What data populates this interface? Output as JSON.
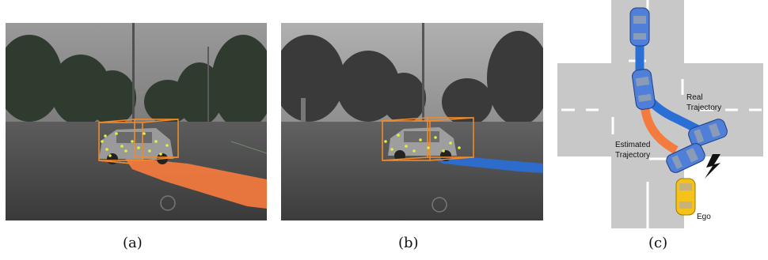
{
  "panels": {
    "a": {
      "caption": "(a)"
    },
    "b": {
      "caption": "(b)"
    },
    "c": {
      "caption": "(c)",
      "labels": {
        "real_line1": "Real",
        "real_line2": "Trajectory",
        "est_line1": "Estimated",
        "est_line2": "Trajectory",
        "ego": "Ego"
      }
    }
  },
  "colors": {
    "estimated_trajectory": "#f47a3e",
    "real_trajectory": "#2a6fd6",
    "bounding_box": "#f08a2a",
    "feature_points": "#e6f03a",
    "car_blue": "#4f7fd8",
    "car_yellow": "#f5c21a",
    "road": "#c8c8c8"
  }
}
